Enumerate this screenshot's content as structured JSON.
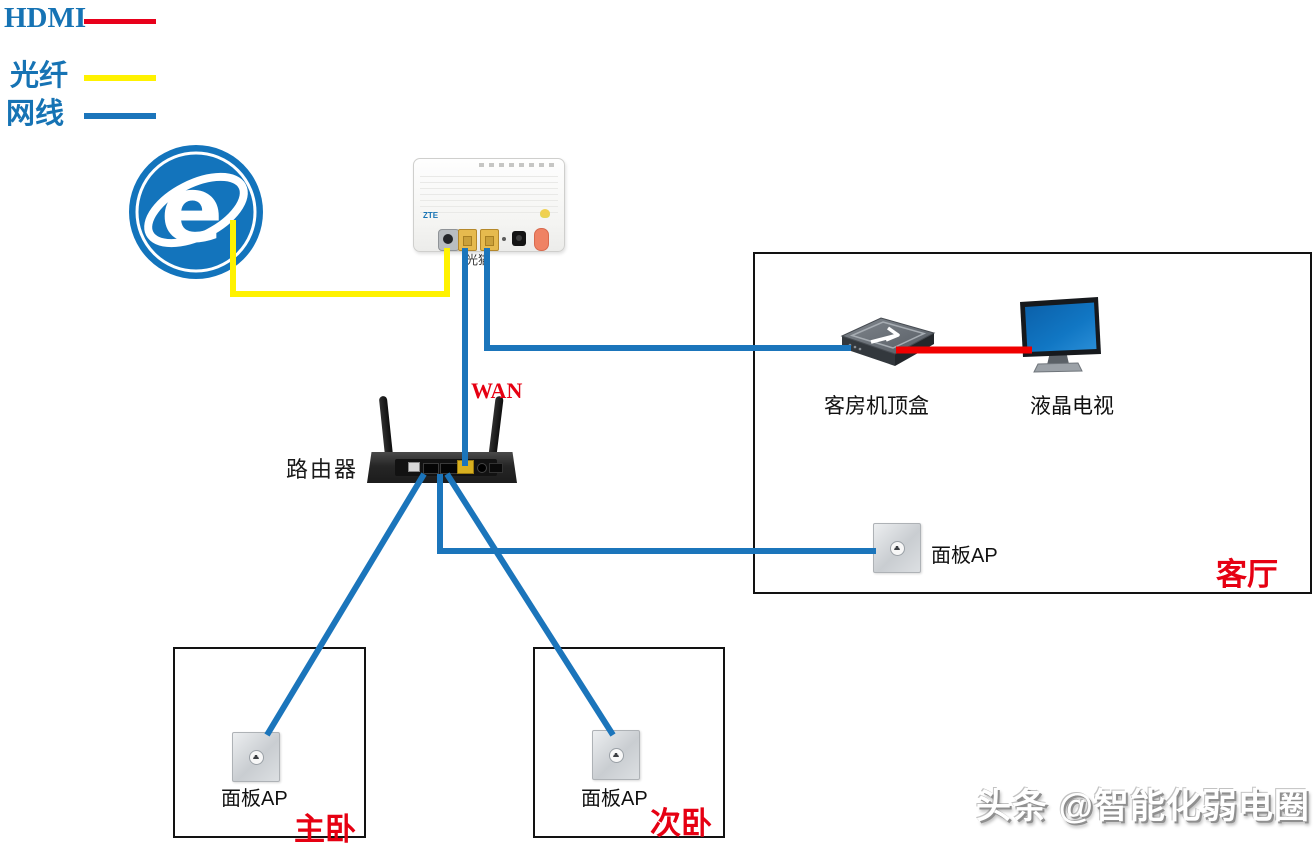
{
  "legend": {
    "items": [
      {
        "label": "HDMI",
        "color": "#e8001b"
      },
      {
        "label": "光纤",
        "color": "#fff200"
      },
      {
        "label": "网线",
        "color": "#1b75bb"
      }
    ]
  },
  "diagram": {
    "internet_icon": "internet-explorer",
    "modem": {
      "label": "光猫"
    },
    "router": {
      "label": "路由器",
      "wan_label": "WAN"
    },
    "living_room": {
      "name": "客厅",
      "stb_label": "客房机顶盒",
      "tv_label": "液晶电视",
      "ap_label": "面板AP"
    },
    "master_bedroom": {
      "name": "主卧",
      "ap_label": "面板AP"
    },
    "second_bedroom": {
      "name": "次卧",
      "ap_label": "面板AP"
    }
  },
  "connections": [
    {
      "from": "Internet",
      "to": "光猫",
      "cable": "光纤"
    },
    {
      "from": "光猫",
      "to": "路由器 WAN",
      "cable": "网线"
    },
    {
      "from": "光猫",
      "to": "客房机顶盒",
      "cable": "网线"
    },
    {
      "from": "客房机顶盒",
      "to": "液晶电视",
      "cable": "HDMI"
    },
    {
      "from": "路由器",
      "to": "客厅 面板AP",
      "cable": "网线"
    },
    {
      "from": "路由器",
      "to": "主卧 面板AP",
      "cable": "网线"
    },
    {
      "from": "路由器",
      "to": "次卧 面板AP",
      "cable": "网线"
    }
  ],
  "watermark": "头条 @智能化弱电圈",
  "colors": {
    "hdmi_line": "#e8001b",
    "fiber_line": "#fff200",
    "ethernet_line": "#1b75bb",
    "legend_text": "#1673b4",
    "room_label": "#e60012",
    "wan_label": "#e60012",
    "router_body": "#262626",
    "ap_panel": "#d3d6d9",
    "tv_screen": "#1177c4"
  }
}
